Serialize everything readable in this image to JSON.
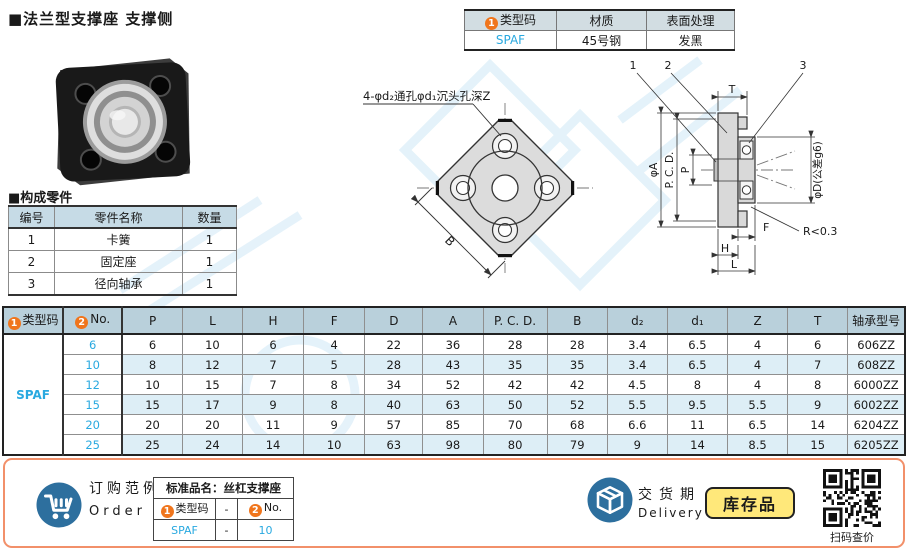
{
  "page_title": "■法兰型支撑座 支撑侧",
  "spec_table": {
    "col1_badge": "1",
    "col1_label": "类型码",
    "col2_label": "材质",
    "col3_label": "表面处理",
    "row": {
      "type_code": "SPAF",
      "material": "45号钢",
      "finish": "发黑"
    }
  },
  "parts": {
    "title": "■构成零件",
    "headers": [
      "编号",
      "零件名称",
      "数量"
    ],
    "rows": [
      [
        "1",
        "卡簧",
        "1"
      ],
      [
        "2",
        "固定座",
        "1"
      ],
      [
        "3",
        "径向轴承",
        "1"
      ]
    ]
  },
  "drawing": {
    "front_label": "4-φd₂通孔φd₁沉头孔深Z",
    "b_label": "B",
    "callout_1": "1",
    "callout_2": "2",
    "callout_3": "3",
    "dim_t": "T",
    "dim_phiA": "φA",
    "dim_pcd": "P. C. D.",
    "dim_p": "P",
    "dim_phiD": "φD(公差g6)",
    "dim_r": "R<0.3",
    "dim_f": "F",
    "dim_h": "H",
    "dim_l": "L"
  },
  "main_table": {
    "type_badge": "1",
    "type_label": "类型码",
    "no_badge": "2",
    "no_label": "No.",
    "headers": [
      "P",
      "L",
      "H",
      "F",
      "D",
      "A",
      "P. C. D.",
      "B",
      "d₂",
      "d₁",
      "Z",
      "T",
      "轴承型号"
    ],
    "type_code": "SPAF",
    "rows": [
      {
        "no": "6",
        "values": [
          "6",
          "10",
          "6",
          "4",
          "22",
          "36",
          "28",
          "28",
          "3.4",
          "6.5",
          "4",
          "6",
          "606ZZ"
        ]
      },
      {
        "no": "10",
        "values": [
          "8",
          "12",
          "7",
          "5",
          "28",
          "43",
          "35",
          "35",
          "3.4",
          "6.5",
          "4",
          "7",
          "608ZZ"
        ]
      },
      {
        "no": "12",
        "values": [
          "10",
          "15",
          "7",
          "8",
          "34",
          "52",
          "42",
          "42",
          "4.5",
          "8",
          "4",
          "8",
          "6000ZZ"
        ]
      },
      {
        "no": "15",
        "values": [
          "15",
          "17",
          "9",
          "8",
          "40",
          "63",
          "50",
          "52",
          "5.5",
          "9.5",
          "5.5",
          "9",
          "6002ZZ"
        ]
      },
      {
        "no": "20",
        "values": [
          "20",
          "20",
          "11",
          "9",
          "57",
          "85",
          "70",
          "68",
          "6.6",
          "11",
          "6.5",
          "14",
          "6204ZZ"
        ]
      },
      {
        "no": "25",
        "values": [
          "25",
          "24",
          "14",
          "10",
          "63",
          "98",
          "80",
          "79",
          "9",
          "14",
          "8.5",
          "15",
          "6205ZZ"
        ]
      }
    ]
  },
  "order": {
    "title_zh": "订购范例",
    "title_en": "Order",
    "product_name": "标准品名：丝杠支撑座",
    "code_badge": "1",
    "code_label": "类型码",
    "no_badge": "2",
    "no_label": "No.",
    "dash": "-",
    "example_code": "SPAF",
    "example_no": "10"
  },
  "delivery": {
    "title_zh": "交货期",
    "title_en": "Delivery",
    "stock_label": "库存品",
    "qr_caption": "扫码查价"
  },
  "colors": {
    "accent_orange": "#f0751c",
    "link_blue": "#29a9e0",
    "header_blue": "#b9d0db",
    "row_alt_blue": "#ddeef6",
    "stock_yellow": "#ffe87a",
    "box_border": "#f2906a",
    "icon_blue": "#2d6f9e"
  }
}
